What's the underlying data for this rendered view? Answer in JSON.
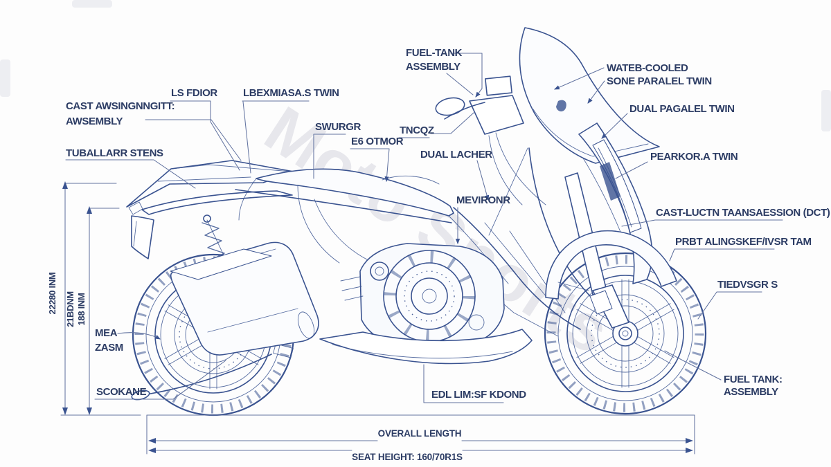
{
  "watermark": "Moto Sports",
  "labels": {
    "cast_assembly": {
      "line1": "CAST AWSINGNNGITT:",
      "line2": "AWSEMBLY"
    },
    "tubular_steel": "TUBALLARR STENS",
    "ls_fdior": "LS FDIOR",
    "lbexmiasa_twin": "LBEXMIASA.S TWIN",
    "swurgr": "SWURGR",
    "e6_otmor": "E6 OTMOR",
    "fuel_tank_top": {
      "line1": "FUEL-TANK",
      "line2": "ASSEMBLY"
    },
    "tncqz": "TNCQZ",
    "dual_lacher": "DUAL LACHER",
    "mevironr": "MEVIRONR",
    "water_cooled": {
      "line1": "WATEB-COOLED",
      "line2": "SONE PARALEL TWIN"
    },
    "dual_pagalel_twin": "DUAL PAGALEL TWIN",
    "pearkor_twin": "PEARKOR.A TWIN",
    "cast_luctn_dct": "CAST-LUCTN TAANSAESSION (DCT)",
    "prbt_alingskef": "PRBT ALINGSKEF/IVSR TAM",
    "tiedvsgrs": "TIEDVSGR S",
    "fuel_tank_bottom": {
      "line1": "FUEL TANK:",
      "line2": "ASSEMBLY"
    },
    "mea_zasm": {
      "line1": "MEA",
      "line2": "ZASM"
    },
    "scokane": "SCOKANE",
    "edl_limsf": "EDL LIM:SF KDOND"
  },
  "dimensions": {
    "overall_length": "OVERALL LENGTH",
    "seat_height": "SEAT HEIGHT: 160/70R1S",
    "height_total": "22280 INM",
    "height_mid": "21BDNM",
    "height_small": "188 INM"
  },
  "colors": {
    "line": "#3a5390",
    "label": "#2c3c64",
    "leader": "#6273a0",
    "bg": "#fdfdfd",
    "wm": "#e7e7ec"
  }
}
